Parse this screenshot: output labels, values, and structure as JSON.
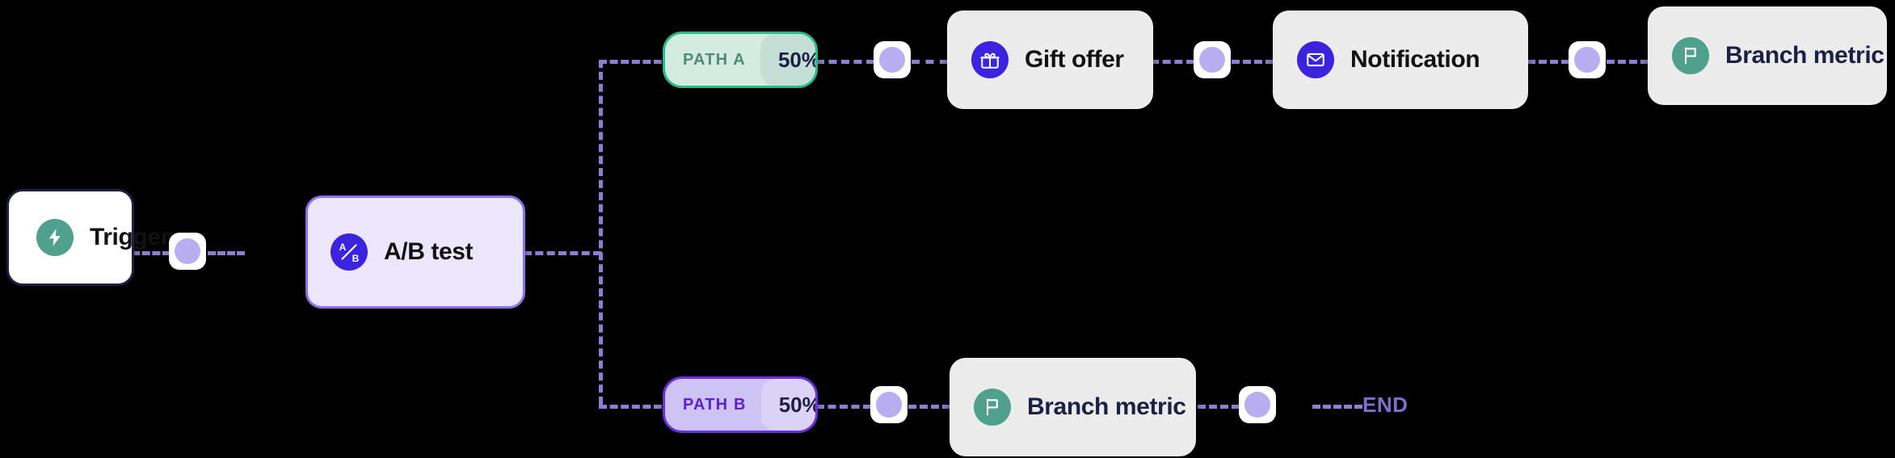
{
  "canvas": {
    "background": "#000000",
    "edge_color": "#8a7fd4"
  },
  "nodes": {
    "trigger": {
      "label": "Trigger",
      "icon": "lightning-bolt-icon",
      "icon_color": "#4fa08c",
      "card_color": "#ffffff",
      "border_color": "#1d2045"
    },
    "ab_test": {
      "label": "A/B test",
      "icon": "ab-split-icon",
      "icon_color": "#3b23e0",
      "card_color": "#ece7fd",
      "border_color": "#8b71f0"
    },
    "gift_offer": {
      "label": "Gift offer",
      "icon": "gift-icon",
      "icon_color": "#3b23e0",
      "card_color": "#ececed"
    },
    "notification": {
      "label": "Notification",
      "icon": "envelope-icon",
      "icon_color": "#3b23e0",
      "card_color": "#ececed"
    },
    "branch_metric_a": {
      "label": "Branch metric",
      "icon": "flag-icon",
      "icon_color": "#4fa08c",
      "card_color": "#ececed"
    },
    "branch_metric_b": {
      "label": "Branch metric",
      "icon": "flag-icon",
      "icon_color": "#4fa08c",
      "card_color": "#ececed"
    }
  },
  "paths": {
    "path_a": {
      "name": "PATH A",
      "percent": "50%",
      "accent_color": "#28bb86"
    },
    "path_b": {
      "name": "PATH B",
      "percent": "50%",
      "accent_color": "#6a2fe0"
    }
  },
  "terminator": {
    "label": "END",
    "color": "#7d6fd0"
  }
}
